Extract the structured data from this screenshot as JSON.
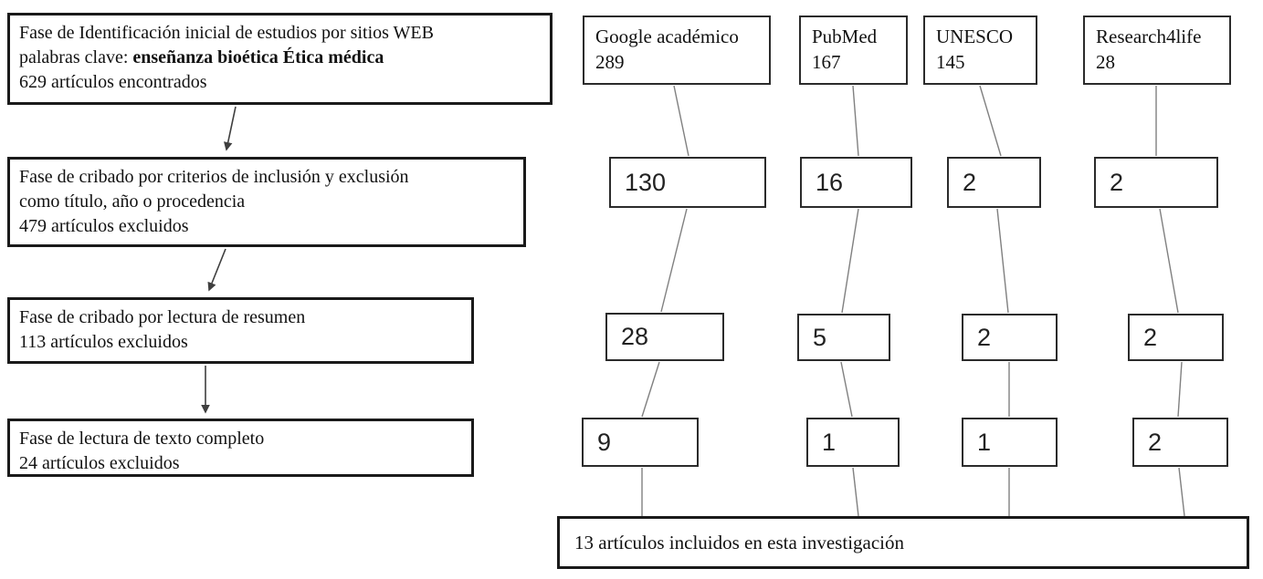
{
  "identification_box": {
    "line1": "Fase de Identificación inicial de estudios por sitios WEB",
    "line2_prefix": "palabras clave: ",
    "line2_keywords": "enseñanza bioética Ética médica",
    "line3": "629 artículos encontrados"
  },
  "screening_box": {
    "line1": "Fase de cribado por criterios de inclusión y exclusión",
    "line2": "como título, año o procedencia",
    "line3": "479 artículos excluidos"
  },
  "abstract_box": {
    "line1": "Fase de cribado por  lectura de resumen",
    "line2": "113 artículos  excluidos"
  },
  "fulltext_box": {
    "line1": "Fase de lectura de texto completo",
    "line2": "24 artículos excluidos"
  },
  "sources": [
    {
      "name": "Google académico",
      "initial": "289",
      "stage2": "130",
      "stage3": "28",
      "stage4": "9"
    },
    {
      "name": "PubMed",
      "initial": "167",
      "stage2": "16",
      "stage3": "5",
      "stage4": "1"
    },
    {
      "name": "UNESCO",
      "initial": "145",
      "stage2": "2",
      "stage3": "2",
      "stage4": "1"
    },
    {
      "name": "Research4life",
      "initial": "28",
      "stage2": "2",
      "stage3": "2",
      "stage4": "2"
    }
  ],
  "result_box": {
    "text": "13 artículos incluidos en esta investigación"
  },
  "colors": {
    "box_border": "#1a1a1a",
    "thin_border": "#2b2b2b",
    "arrow": "#3f3f3f",
    "connector": "#808080",
    "background": "#ffffff"
  }
}
